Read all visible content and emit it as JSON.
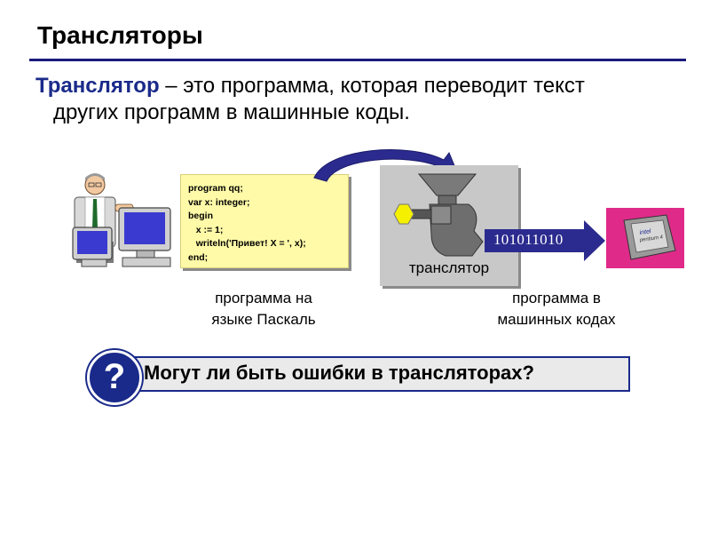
{
  "slide": {
    "title": "Трансляторы",
    "definition": {
      "term": "Транслятор",
      "rest_line1": " – это программа, которая переводит текст",
      "line2": "других программ в машинные коды."
    }
  },
  "diagram": {
    "code_lines": [
      "program qq;",
      "var x: integer;",
      "begin",
      "   x := 1;",
      "   writeln('Привет! X = ', x);",
      "end;"
    ],
    "translator_label": "транслятор",
    "binary_output": "101011010",
    "captions": {
      "pascal": [
        "программа на",
        "языке Паскаль"
      ],
      "machine": [
        "программа в",
        "машинных кодах"
      ]
    },
    "cpu_brand": "intel",
    "cpu_model": "pentium 4"
  },
  "question": {
    "symbol": "?",
    "text": "Могут ли быть ошибки в трансляторах?"
  },
  "colors": {
    "accent": "#1a2a8a",
    "code_background": "#fffaa8",
    "translator_background": "#c8c8c8",
    "arrow_fill": "#2b2b8f",
    "cpu_background": "#e02a8a",
    "bulb": "#f5f000"
  }
}
